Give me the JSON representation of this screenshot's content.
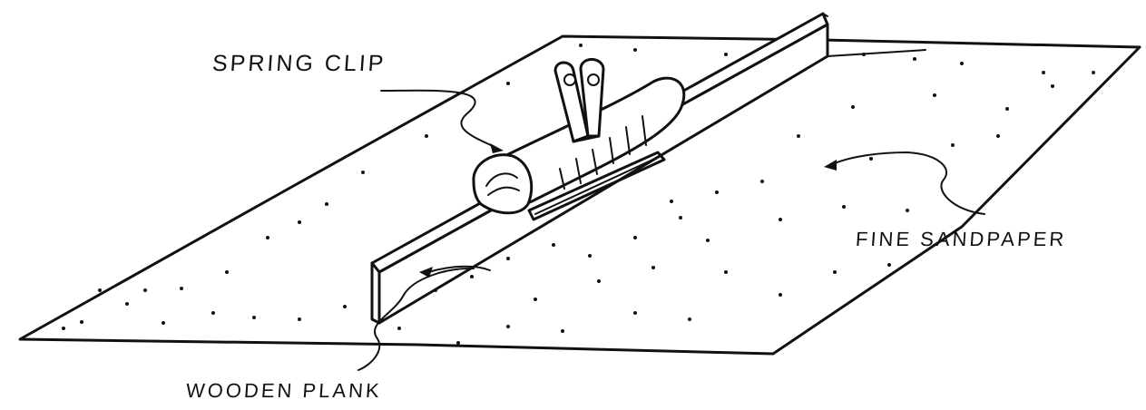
{
  "labels": {
    "spring_clip": "SPRING CLIP",
    "fine_sandpaper": "FINE SANDPAPER",
    "wooden_plank": "WOODEN PLANK"
  },
  "colors": {
    "ink": "#111111",
    "paper": "#ffffff"
  }
}
